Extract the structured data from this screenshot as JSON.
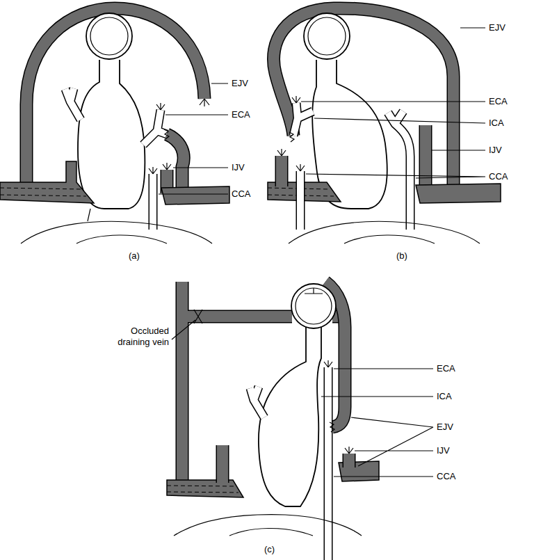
{
  "diagram": {
    "labels": [
      "EJV",
      "ECA",
      "IJV",
      "CCA",
      "(a)",
      "EJV",
      "ECA",
      "ICA",
      "IJV",
      "CCA",
      "(b)",
      "Occluded draining vein",
      "ECA",
      "ICA",
      "EJV",
      "IJV",
      "CCA",
      "(c)"
    ]
  }
}
